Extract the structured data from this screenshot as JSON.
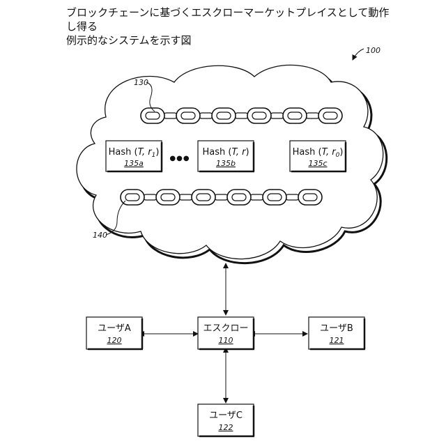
{
  "title_line1": "ブロックチェーンに基づくエスクローマーケットプレイスとして動作し得る",
  "title_line2": "例示的なシステムを示す図",
  "figure_ref": "100",
  "chain_top_ref": "130",
  "chain_bottom_ref": "140",
  "ellipsis": "●●●",
  "hash_boxes": [
    {
      "label_prefix": "Hash (",
      "label_t": "T",
      "label_mid": ", r",
      "label_sub": "1",
      "label_suffix": ")",
      "ref": "135a"
    },
    {
      "label_prefix": "Hash (",
      "label_t": "T",
      "label_mid": ", r",
      "label_sub": "",
      "label_suffix": ")",
      "ref": "135b"
    },
    {
      "label_prefix": "Hash (",
      "label_t": "T",
      "label_mid": ", r",
      "label_sub": "0",
      "label_suffix": ")",
      "ref": "135c"
    }
  ],
  "nodes": {
    "user_a": {
      "label": "ユーザA",
      "ref": "120"
    },
    "escrow": {
      "label": "エスクロー",
      "ref": "110"
    },
    "user_b": {
      "label": "ユーザB",
      "ref": "121"
    },
    "user_c": {
      "label": "ユーザC",
      "ref": "122"
    }
  }
}
